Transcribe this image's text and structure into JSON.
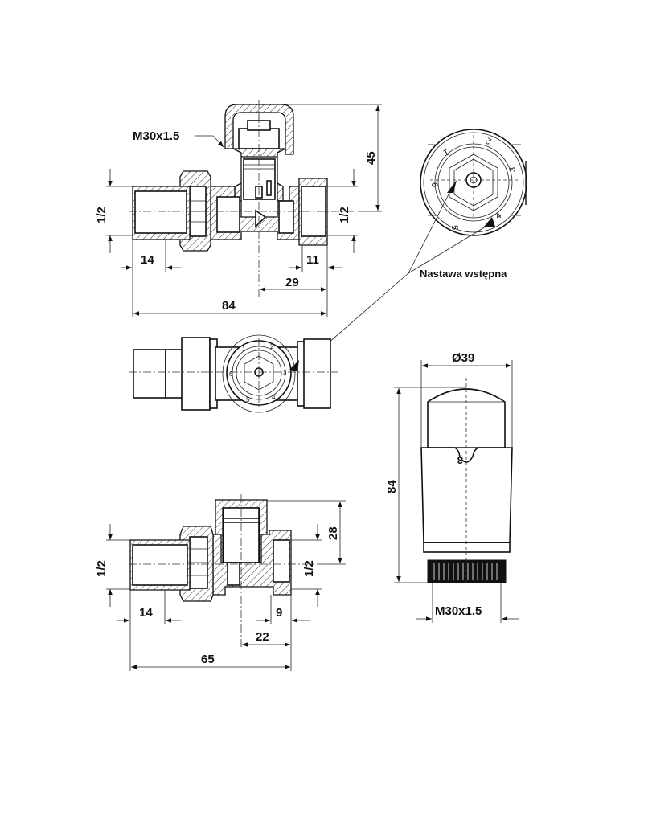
{
  "top_view": {
    "thread_label": "M30x1.5",
    "dim_left_pipe": "1/2",
    "dim_right_pipe": "1/2",
    "dim_height": "45",
    "dim_inlet": "14",
    "dim_outlet": "11",
    "dim_center_outlet": "29",
    "dim_total_length": "84"
  },
  "presetting_dial": {
    "marks": [
      "1",
      "2",
      "3",
      "4",
      "5",
      "6"
    ],
    "callout_label": "Nastawa wstępna"
  },
  "plan_view": {
    "marks": [
      "1",
      "2",
      "3",
      "4",
      "5",
      "6"
    ]
  },
  "thermostatic_head": {
    "dim_diameter": "Ø39",
    "dim_height": "84",
    "dim_thread": "M30x1.5",
    "setting_mark": "3"
  },
  "bottom_view": {
    "dim_left_pipe": "1/2",
    "dim_right_pipe": "1/2",
    "dim_height": "28",
    "dim_inlet": "14",
    "dim_outlet": "9",
    "dim_center_outlet": "22",
    "dim_total_length": "65"
  }
}
